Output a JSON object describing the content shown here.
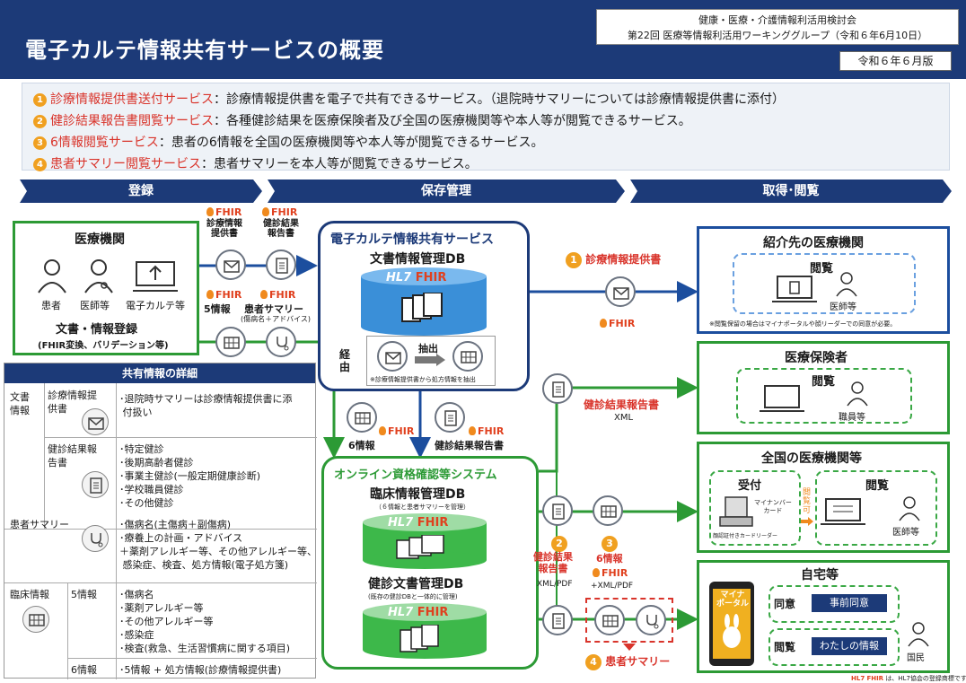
{
  "header": {
    "title": "電子カルテ情報共有サービスの概要",
    "meta_line1": "健康・医療・介護情報利活用検討会",
    "meta_line2": "第22回 医療等情報利活用ワーキンググループ（令和６年6月10日）",
    "version": "令和６年６月版"
  },
  "services": [
    {
      "num": "1",
      "name": "診療情報提供書送付サービス",
      "desc": "：診療情報提供書を電子で共有できるサービス。（退院時サマリーについては診療情報提供書に添付）"
    },
    {
      "num": "2",
      "name": "健診結果報告書閲覧サービス",
      "desc": "：各種健診結果を医療保険者及び全国の医療機関等や本人等が閲覧できるサービス。"
    },
    {
      "num": "3",
      "name": "6情報閲覧サービス",
      "desc": "：患者の6情報を全国の医療機関等や本人等が閲覧できるサービス。"
    },
    {
      "num": "4",
      "name": "患者サマリー閲覧サービス",
      "desc": "：患者サマリーを本人等が閲覧できるサービス。"
    }
  ],
  "phases": {
    "register": "登録",
    "storage": "保存管理",
    "retrieve": "取得･閲覧"
  },
  "medical_institution": {
    "title": "医療機関",
    "patient": "患者",
    "doctor": "医師等",
    "emr": "電子カルテ等",
    "register": "文書・情報登録",
    "register_sub": "(FHIR変換、バリデーション等)"
  },
  "fhir_label": "FHIR",
  "register_items": {
    "referral": "診療情報\n提供書",
    "checkup": "健診結果\n報告書",
    "six_info": "5情報",
    "summary": "患者サマリー",
    "summary_sub": "(傷病名＋アドバイス)"
  },
  "emr_service": {
    "title": "電子カルテ情報共有サービス",
    "db_title": "文書情報管理DB",
    "hl7": "HL7",
    "extract": "抽出",
    "extract_note": "※診療情報提供書から処方情報を抽出",
    "via": "経\n由"
  },
  "flow_labels": {
    "six_info": "6情報",
    "checkup_report": "健診結果報告書",
    "referral_flow": "診療情報提供書",
    "checkup_flow": "健診結果報告書",
    "xml": "XML",
    "checkup_xml_pdf_title": "健診結果\n報告書",
    "xml_pdf": "XML/PDF",
    "six_info_num": "6情報",
    "plus_xml_pdf": "+XML/PDF",
    "patient_summary": "患者サマリー"
  },
  "online_system": {
    "title": "オンライン資格確認等システム",
    "clinical_db": "臨床情報管理DB",
    "clinical_db_sub": "（６情報と患者サマリーを管理）",
    "checkup_db": "健診文書管理DB",
    "checkup_db_sub": "(既存の健診DBと一体的に管理)"
  },
  "destinations": {
    "referral": {
      "title": "紹介先の医療機関",
      "view": "閲覧",
      "doctor": "医師等",
      "note": "※閲覧保留の場合はマイナポータルや顔リーダーでの同意が必要。"
    },
    "insurer": {
      "title": "医療保険者",
      "view": "閲覧",
      "staff": "職員等"
    },
    "national": {
      "title": "全国の医療機関等",
      "reception": "受付",
      "mynumber": "マイナンバー\nカード",
      "reader": "顔認証付きカードリーダー",
      "consent": "閲覧可",
      "view": "閲覧",
      "doctor": "医師等"
    },
    "home": {
      "title": "自宅等",
      "portal": "マイナ\nポータル",
      "consent": "同意",
      "consent_btn": "事前同意",
      "view": "閲覧",
      "view_btn": "わたしの情報",
      "citizen": "国民"
    }
  },
  "details": {
    "title": "共有情報の詳細",
    "doc_info": "文書\n情報",
    "referral_name": "診療情報提\n供書",
    "referral_desc": "･退院時サマリーは診療情報提供書に添\n 付扱い",
    "checkup_name": "健診結果報\n告書",
    "checkup_desc": "･特定健診\n･後期高齢者健診\n･事業主健診(一般定期健康診断)\n･学校職員健診\n･その他健診",
    "summary_name": "患者サマリー",
    "summary_desc": "･傷病名(主傷病＋副傷病)\n･療養上の計画・アドバイス\n＋薬剤アレルギー等、その他アレルギー等、\n 感染症、検査、処方情報(電子処方箋)",
    "clinical_name": "臨床情報",
    "five_info": "5情報",
    "five_desc": "･傷病名\n･薬剤アレルギー等\n･その他アレルギー等\n･感染症\n･検査(救急、生活習慣病に関する項目)",
    "six_info": "6情報",
    "six_desc": "･5情報 + 処方情報(診療情報提供書)"
  },
  "footer_note": "は、HL7協会の登録商標です",
  "colors": {
    "navy": "#1c3a78",
    "green": "#2c9a35",
    "red": "#d9342b",
    "orange": "#f0a020"
  }
}
